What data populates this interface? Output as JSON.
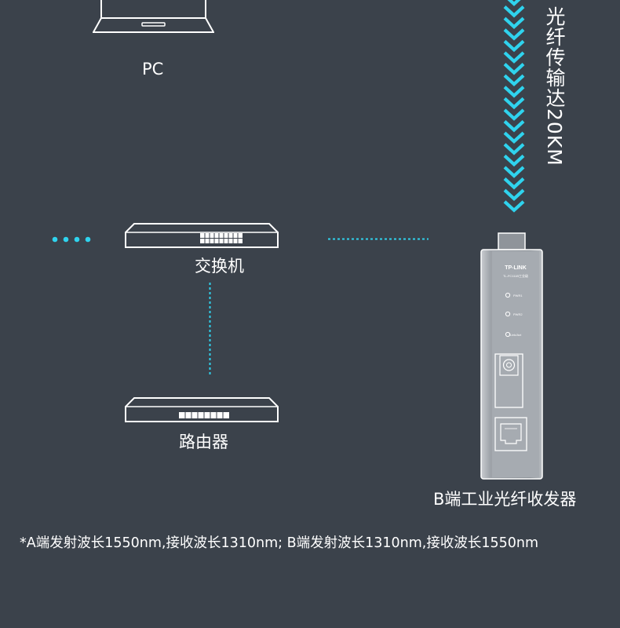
{
  "labels": {
    "pc": "PC",
    "switch": "交换机",
    "router": "路由器",
    "device": "B端工业光纤收发器"
  },
  "fiber_text": "光纤传输达20KM",
  "footnote": "*A端发射波长1550nm,接收波长1310nm; B端发射波长1310nm,接收波长1550nm",
  "device_panel": {
    "brand": "TP-LINK",
    "model": "TL-FC111B工业级",
    "led_1": "PWR1",
    "led_2": "PWR2",
    "led_3": "Link/Act"
  },
  "colors": {
    "background": "#3b424b",
    "accent_cyan": "#2fd3ee",
    "line_white": "#ffffff"
  },
  "icons": {
    "pc": "laptop-icon",
    "switch": "network-switch-icon",
    "router": "router-icon",
    "device": "fiber-transceiver-icon",
    "fiber": "fiber-chevron-stream-icon"
  }
}
